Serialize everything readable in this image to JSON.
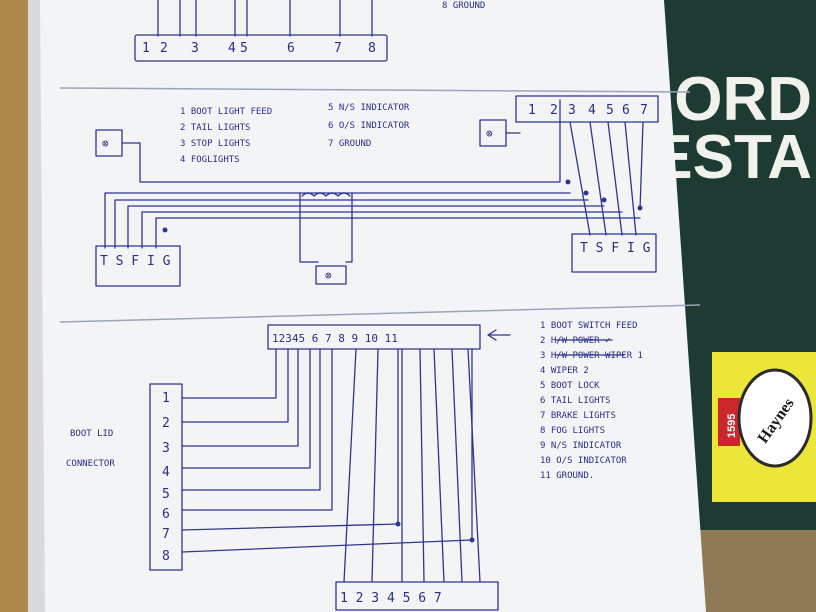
{
  "scene": {
    "description_labels": {
      "book_title_fragment_1": "ORD",
      "book_title_fragment_2": "ESTA",
      "haynes_logo": "Haynes",
      "haynes_number": "1595"
    }
  },
  "top_diagram": {
    "connector_pins": [
      "1",
      "2",
      "3",
      "4",
      "5",
      "6",
      "7",
      "8"
    ],
    "corner_note": "8 GROUND"
  },
  "middle_diagram": {
    "legend": [
      "1  BOOT LIGHT FEED",
      "2  TAIL LIGHTS",
      "3  STOP LIGHTS",
      "4  FOGLIGHTS",
      "5  N/S INDICATOR",
      "6  O/S INDICATOR",
      "7  GROUND"
    ],
    "right_connector_pins": [
      "1",
      "2",
      "3",
      "4",
      "5",
      "6",
      "7"
    ],
    "left_lamp_label": "TSFIG",
    "right_lamp_label": "TSFIG",
    "left_lamp_label_display": "T S F I G",
    "right_lamp_label_display": "T S F I G"
  },
  "bottom_diagram": {
    "top_connector_pins": [
      "1",
      "2",
      "3",
      "4",
      "5",
      "6",
      "7",
      "8",
      "9",
      "10",
      "11"
    ],
    "top_connector_display": "12345  6  7  8 9 10 11",
    "bootlid_label_line1": "BOOT LID",
    "bootlid_label_line2": "CONNECTOR",
    "bootlid_pins": [
      "1",
      "2",
      "3",
      "4",
      "5",
      "6",
      "7",
      "8"
    ],
    "bottom_connector_pins": [
      "1",
      "2",
      "3",
      "4",
      "5",
      "6",
      "7"
    ],
    "bottom_connector_display": "1  2  3  4  5  6 7",
    "legend": [
      "1  BOOT SWITCH FEED",
      "2  H/W POWER ✓",
      "3  H/W POWER WIPER 1",
      "4  WIPER 2",
      "5  BOOT LOCK",
      "6  TAIL LIGHTS",
      "7  BRAKE LIGHTS",
      "8  FOG LIGHTS",
      "9  N/S INDICATOR",
      "10  O/S INDICATOR",
      "11  GROUND."
    ]
  }
}
